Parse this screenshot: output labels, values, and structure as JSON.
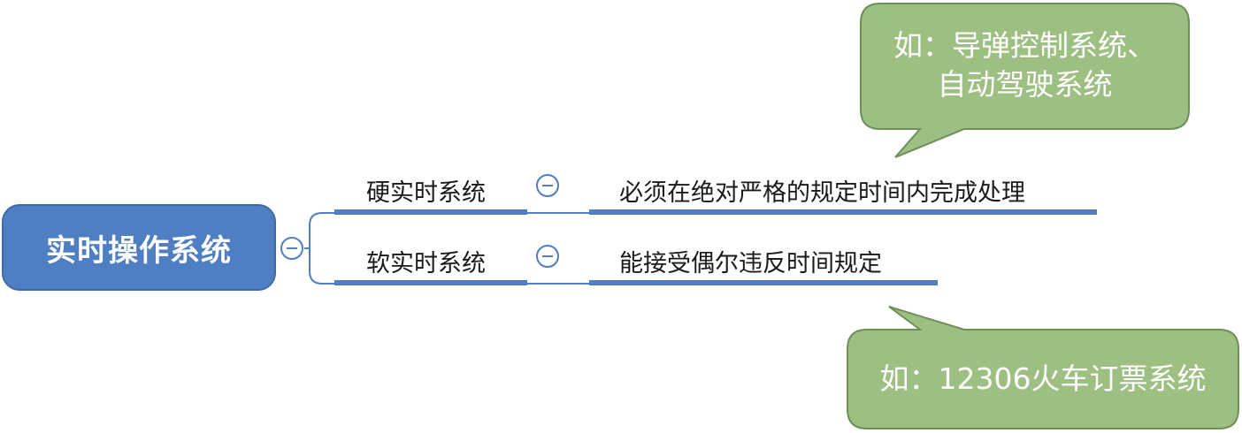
{
  "root": {
    "label": "实时操作系统"
  },
  "branches": [
    {
      "label": "硬实时系统",
      "detail": "必须在绝对严格的规定时间内完成处理"
    },
    {
      "label": "软实时系统",
      "detail": "能接受偶尔违反时间规定"
    }
  ],
  "callouts": [
    {
      "line1": "如：导弹控制系统、",
      "line2": "自动驾驶系统"
    },
    {
      "line1": "如：12306火车订票系统"
    }
  ],
  "colors": {
    "node_fill": "#4f7fc2",
    "line": "#4f7fc2",
    "callout_fill": "#9dbf82",
    "callout_border": "#6f8f58"
  }
}
